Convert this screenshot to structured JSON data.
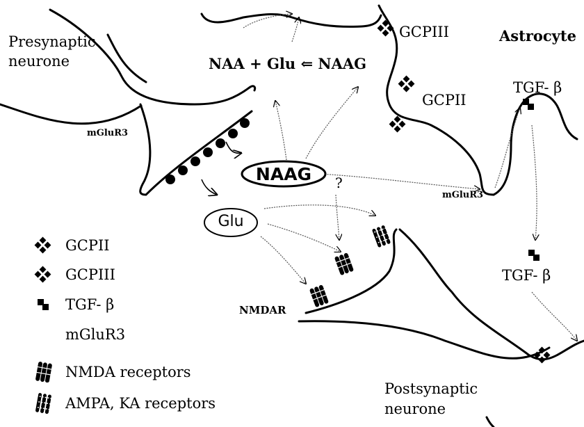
{
  "labels": {
    "presynaptic_line1": "Presynaptic",
    "presynaptic_line2": "neurone",
    "astrocyte": "Astrocyte",
    "postsynaptic_line1": "Postsynaptic",
    "postsynaptic_line2": "neurone",
    "equation": "NAA + Glu ⇐ NAAG",
    "gcpiii_top": "GCPIII",
    "gcpii_top": "GCPII",
    "tgf_top": "TGF- β",
    "tgf_mid": "TGF- β",
    "mglur3_left": "mGluR3",
    "mglur3_right": "mGluR3",
    "naag": "NAAG",
    "glu": "Glu",
    "question": "?",
    "nmdar": "NMDAR"
  },
  "legend": [
    {
      "icon": "gcpii-icon",
      "label": "GCPII"
    },
    {
      "icon": "gcpiii-icon",
      "label": "GCPIII"
    },
    {
      "icon": "tgf-beta-icon",
      "label": "TGF- β"
    },
    {
      "icon": "mglur3-icon",
      "label": "mGluR3"
    },
    {
      "icon": "nmda-receptor-icon",
      "label": "NMDA receptors"
    },
    {
      "icon": "ampa-ka-receptor-icon",
      "label": "AMPA, KA receptors"
    }
  ]
}
